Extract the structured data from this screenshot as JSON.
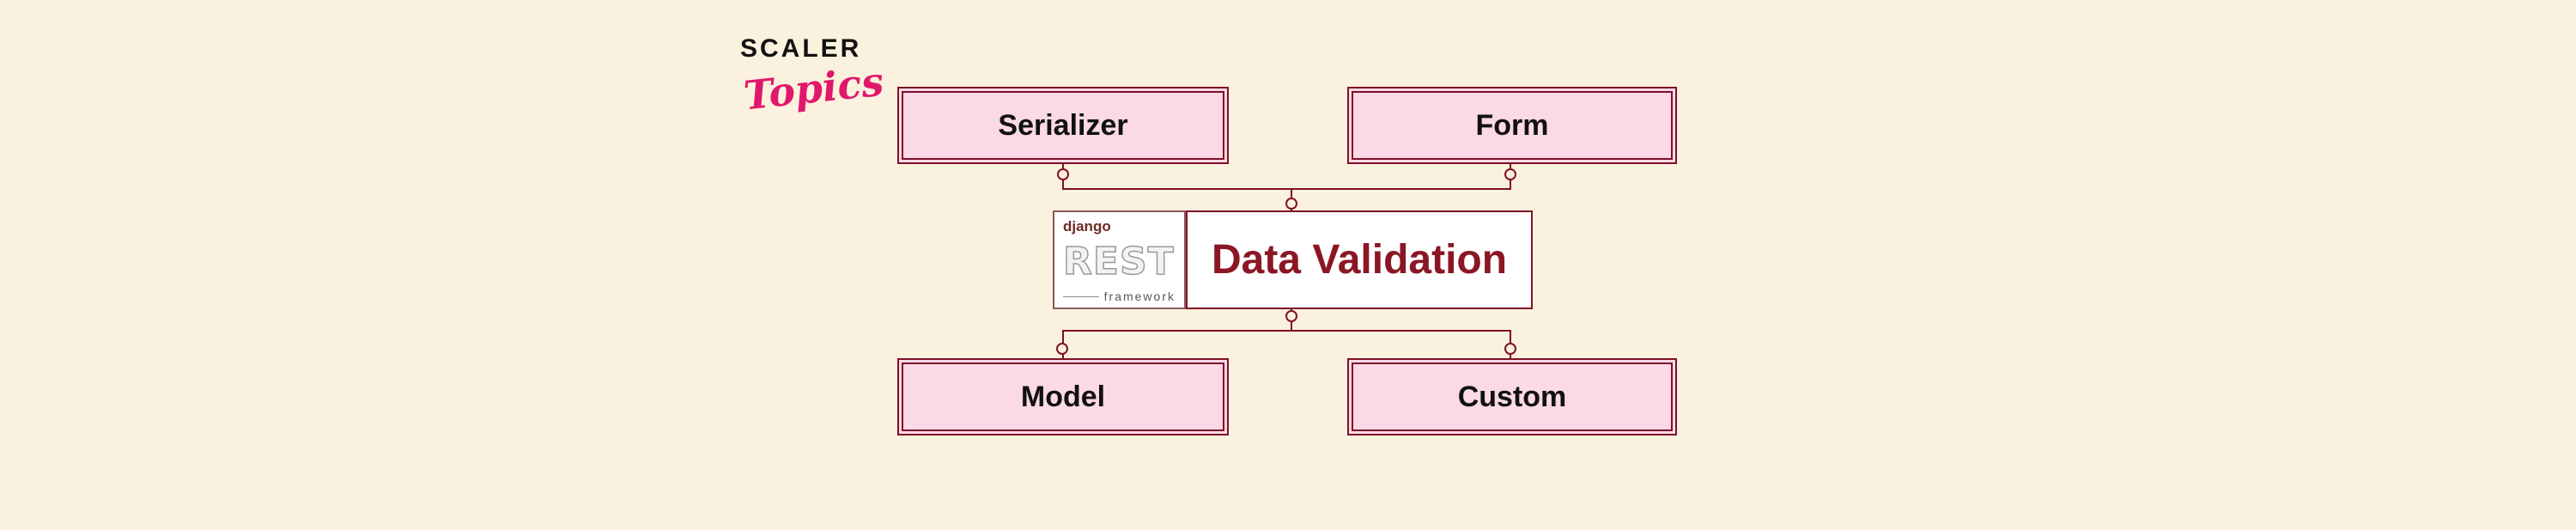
{
  "colors": {
    "background": "#FBF1DF",
    "node_fill": "#FBD9E6",
    "border": "#7D1128",
    "title_text": "#8B1724",
    "brand_pink": "#E0186C"
  },
  "logo": {
    "line1": "SCALER",
    "line2": "Topics"
  },
  "diagram": {
    "title": "Data Validation",
    "drf_logo": {
      "top": "django",
      "main": "REST",
      "bottom": "framework"
    },
    "nodes": [
      {
        "id": "serializer",
        "label": "Serializer"
      },
      {
        "id": "form",
        "label": "Form"
      },
      {
        "id": "model",
        "label": "Model"
      },
      {
        "id": "custom",
        "label": "Custom"
      }
    ]
  }
}
